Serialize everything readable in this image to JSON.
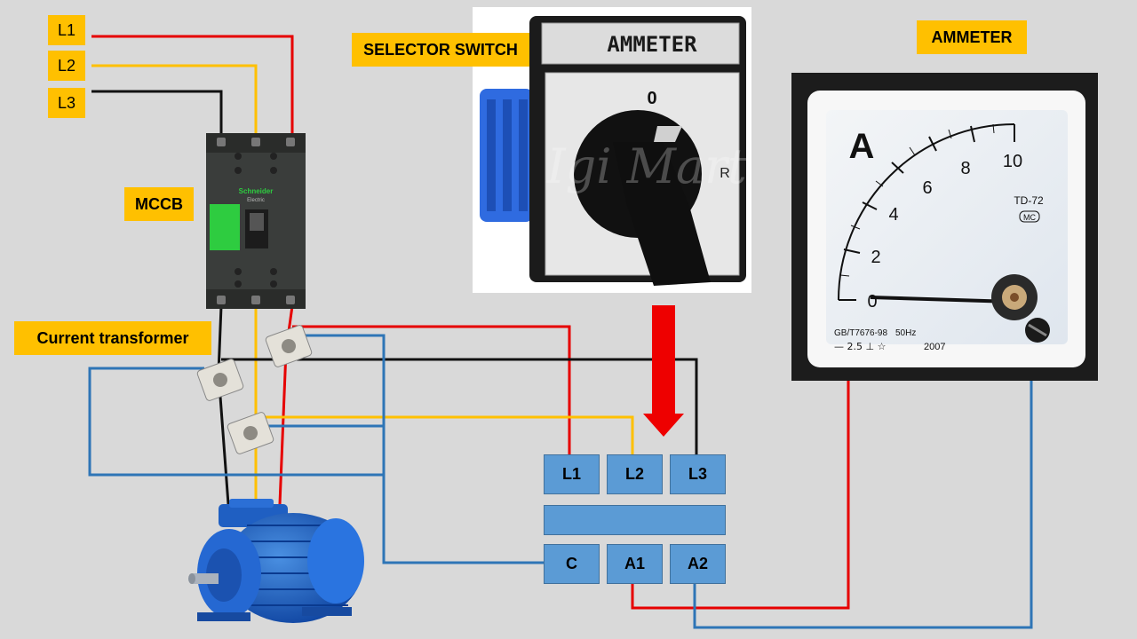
{
  "supply_labels": [
    "L1",
    "L2",
    "L3"
  ],
  "mccb": {
    "label": "MCCB",
    "brand": "Schneider",
    "brand_sub": "Electric"
  },
  "ct_label": "Current transformer",
  "selector": {
    "label": "SELECTOR SWITCH",
    "plate_text": "AMMETER",
    "pos_0": "0",
    "pos_r": "R",
    "watermark": "Igi Mart"
  },
  "ammeter": {
    "label": "AMMETER",
    "unit": "A",
    "scale": [
      "0",
      "2",
      "4",
      "6",
      "8",
      "10"
    ],
    "model": "TD-72",
    "cert_mark": "MC",
    "standard": "GB/T7676-98",
    "frequency": "50Hz",
    "class_mark": "— 2.5 ⊥ ☆",
    "year": "2007"
  },
  "terminal_block": {
    "top_labels": [
      "L1",
      "L2",
      "L3"
    ],
    "bottom_labels": [
      "C",
      "A1",
      "A2"
    ]
  },
  "wire_colors": {
    "red": "#e60000",
    "yellow": "#ffc000",
    "black": "#111111",
    "blue": "#2e75b6"
  },
  "accent": {
    "label_bg": "#ffc000",
    "terminal_bg": "#5b9bd5",
    "arrow": "#ee0000"
  }
}
